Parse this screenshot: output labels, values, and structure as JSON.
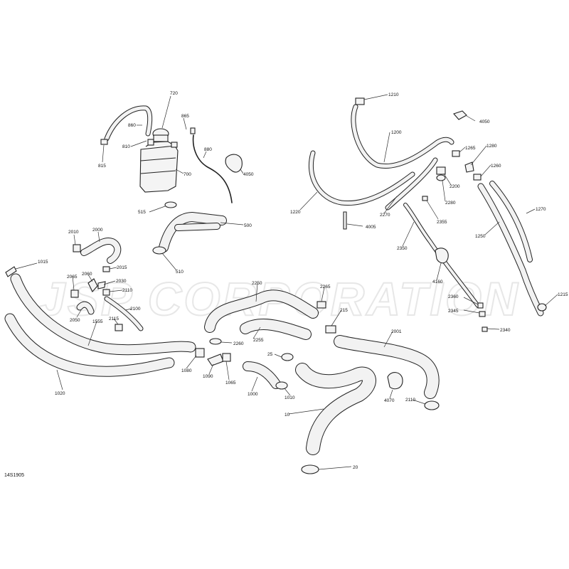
{
  "watermark": "JSP CORPORATION",
  "drawing_code": "14S1905",
  "callouts": [
    "720",
    "860",
    "865",
    "810",
    "815",
    "880",
    "700",
    "4050",
    "515",
    "500",
    "510",
    "2010",
    "2000",
    "1015",
    "2065",
    "2060",
    "2015",
    "2030",
    "2110",
    "2050",
    "2100",
    "2115",
    "1555",
    "1020",
    "2250",
    "2255",
    "2265",
    "215",
    "2260",
    "1080",
    "1090",
    "1065",
    "1000",
    "25",
    "1010",
    "2001",
    "4070",
    "10",
    "2110",
    "20",
    "1210",
    "4050",
    "1200",
    "1265",
    "1280",
    "1260",
    "2200",
    "2280",
    "1220",
    "2270",
    "4005",
    "2355",
    "2350",
    "1270",
    "1250",
    "4160",
    "2360",
    "2345",
    "2340",
    "1215"
  ]
}
